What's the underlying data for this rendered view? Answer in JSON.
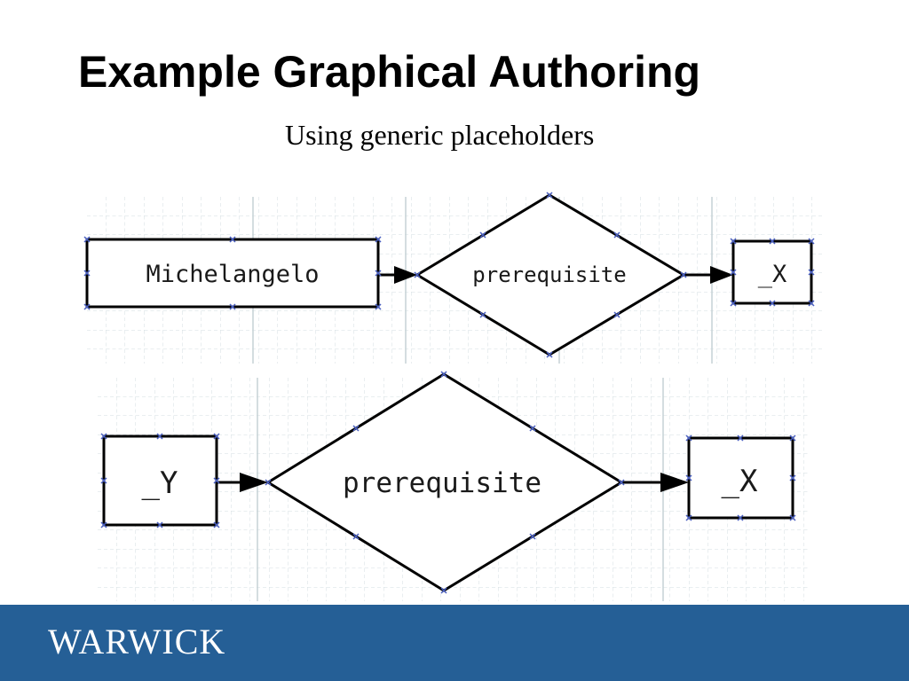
{
  "slide": {
    "title": "Example Graphical Authoring",
    "subtitle": "Using generic placeholders"
  },
  "diagram_top": {
    "source": "Michelangelo",
    "relation": "prerequisite",
    "target": "_X"
  },
  "diagram_bottom": {
    "source": "_Y",
    "relation": "prerequisite",
    "target": "_X"
  },
  "footer": {
    "logo_text": "WARWICK",
    "background": "#255f96"
  },
  "colors": {
    "handle": "#4a5fc0",
    "grid": "#d3dde0",
    "stroke": "#000000"
  }
}
